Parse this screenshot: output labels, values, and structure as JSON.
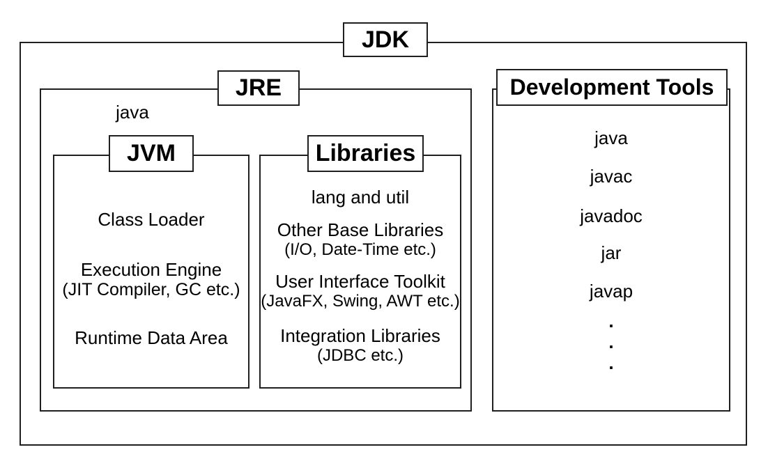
{
  "diagram": {
    "jdk": {
      "label": "JDK"
    },
    "jre": {
      "label": "JRE",
      "note": "java"
    },
    "jvm": {
      "label": "JVM",
      "items": [
        {
          "lines": [
            "Class Loader"
          ]
        },
        {
          "lines": [
            "Execution Engine",
            "(JIT Compiler, GC etc.)"
          ]
        },
        {
          "lines": [
            "Runtime Data Area"
          ]
        }
      ]
    },
    "libraries": {
      "label": "Libraries",
      "items": [
        {
          "lines": [
            "lang and util"
          ]
        },
        {
          "lines": [
            "Other Base Libraries",
            "(I/O, Date-Time etc.)"
          ]
        },
        {
          "lines": [
            "User Interface Toolkit",
            "(JavaFX, Swing, AWT etc.)"
          ]
        },
        {
          "lines": [
            "Integration Libraries",
            "(JDBC etc.)"
          ]
        }
      ]
    },
    "devtools": {
      "label": "Development Tools",
      "items": [
        "java",
        "javac",
        "javadoc",
        "jar",
        "javap"
      ],
      "ellipsis": [
        ".",
        ".",
        "."
      ]
    },
    "colors": {
      "border": "#1f1f1f",
      "background": "#ffffff",
      "text": "#000000"
    }
  }
}
